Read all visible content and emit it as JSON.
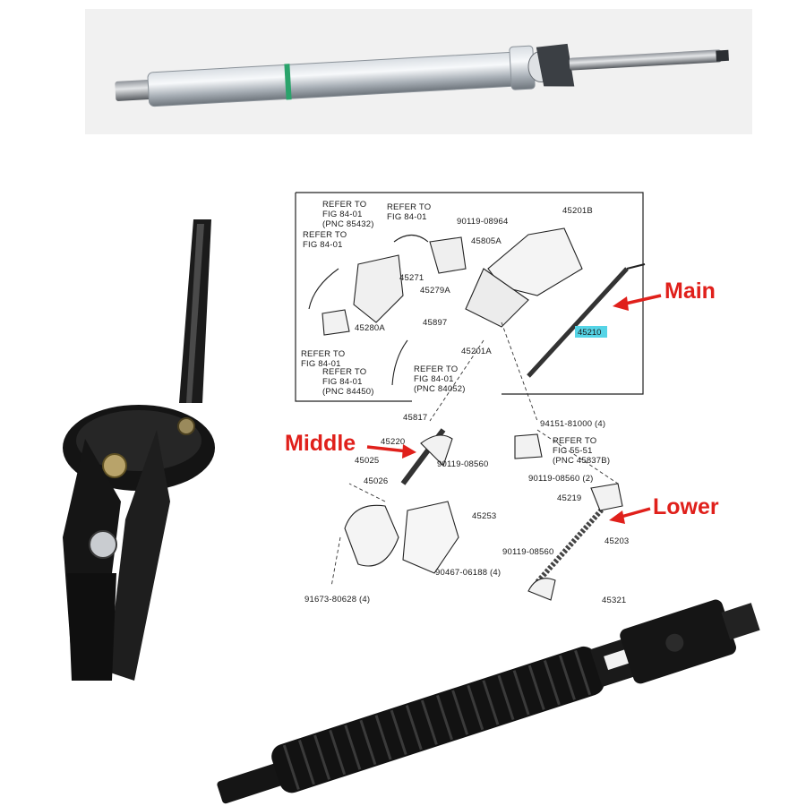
{
  "photos": {
    "top_shaft": {
      "material": "aluminum-steel",
      "description_icon": "steering-main-shaft-icon"
    },
    "left_shaft": {
      "material": "black-steel",
      "description_icon": "steering-middle-shaft-icon"
    },
    "bottom_shaft": {
      "material": "black-rubber-boot",
      "description_icon": "steering-lower-shaft-icon"
    }
  },
  "diagram": {
    "parts": {
      "p45201B": "45201B",
      "p90119_08964": "90119-08964",
      "p45805A": "45805A",
      "p45271": "45271",
      "p45279A": "45279A",
      "p45897": "45897",
      "p45280A": "45280A",
      "p45201A": "45201A",
      "p45210": "45210",
      "p45817": "45817",
      "p94151": "94151-81000 (4)",
      "p45220": "45220",
      "p90119_08560_a": "90119-08560",
      "p45025": "45025",
      "p45026": "45026",
      "p90119_08560_2": "90119-08560 (2)",
      "p45219": "45219",
      "p45203": "45203",
      "p45253": "45253",
      "p90119_08560_b": "90119-08560",
      "p90467": "90467-06188 (4)",
      "p91673": "91673-80628 (4)",
      "p45321": "45321"
    },
    "refs": {
      "r1": [
        "REFER TO",
        "FIG 84-01",
        "(PNC 85432)"
      ],
      "r2": [
        "REFER TO",
        "FIG 84-01"
      ],
      "r3": [
        "REFER TO",
        "FIG 84-01"
      ],
      "r4": [
        "REFER TO",
        "FIG 84-01"
      ],
      "r5": [
        "REFER TO",
        "FIG 84-01",
        "(PNC 84450)"
      ],
      "r6": [
        "REFER TO",
        "FIG 84-01",
        "(PNC 84052)"
      ],
      "r7": [
        "REFER TO",
        "FIG 55-51",
        "(PNC 45837B)"
      ]
    },
    "highlight_color": "#55d4e6"
  },
  "callouts": {
    "main": "Main",
    "middle": "Middle",
    "lower": "Lower",
    "color": "#e0201b"
  }
}
